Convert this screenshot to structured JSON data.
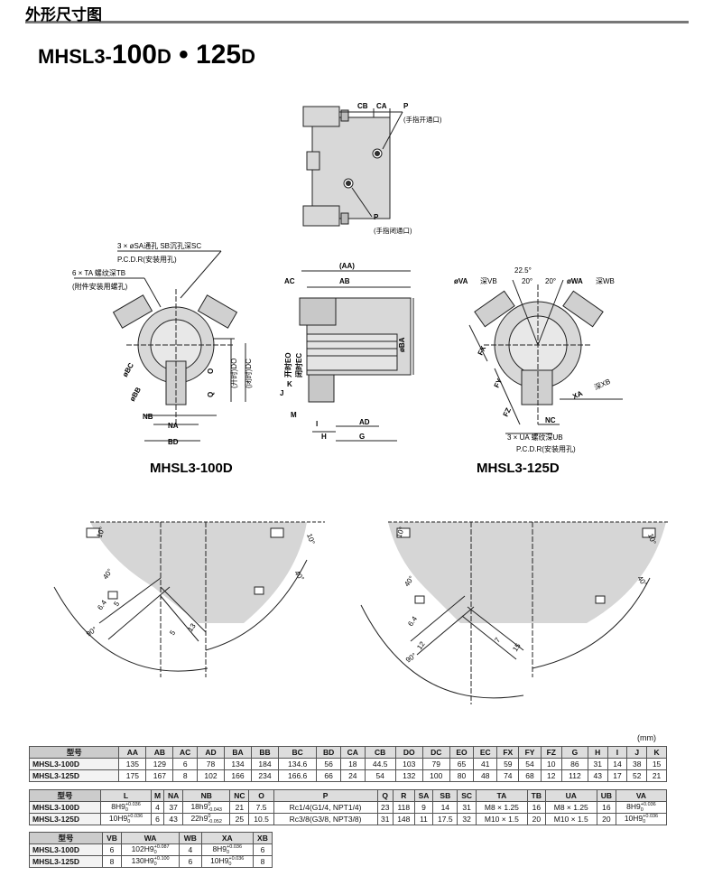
{
  "header": {
    "title": "外形尺寸图"
  },
  "model_title": {
    "prefix": "MHSL3-",
    "size1": "100",
    "d1": "D",
    "sep": " • ",
    "size2": "125",
    "d2": "D"
  },
  "figures": {
    "top_labels": {
      "cb": "CB",
      "ca": "CA",
      "p_top": "P",
      "p_top_note": "(手指开通口)",
      "p_bottom": "P",
      "p_bottom_note": "(手指闭通口)"
    },
    "left": {
      "note1": "3 × øSA通孔  SB沉孔深SC",
      "note2": "P.C.D.R(安装用孔)",
      "note3": "6 × TA  螺纹深TB",
      "note4": "(附件安装用螺孔)",
      "labels": [
        "øBC",
        "øBB",
        "NB",
        "NA",
        "BD",
        "O",
        "Q",
        "(开时)DO",
        "(闭时)DC"
      ],
      "caption": "MHSL3-100D"
    },
    "middle": {
      "labels": [
        "(AA)",
        "AC",
        "AB",
        "开时EO",
        "闭时EC",
        "øBA",
        "J",
        "K",
        "M",
        "I",
        "H",
        "AD",
        "G"
      ]
    },
    "right": {
      "labels": [
        "22.5°",
        "øVA",
        "深VB",
        "20°",
        "20°",
        "øWA",
        "深WB",
        "FX",
        "FY",
        "FZ",
        "XA",
        "深XB",
        "NC"
      ],
      "note1": "3 × UA  螺纹深UB",
      "note2": "P.C.D.R(安装用孔)",
      "caption": "MHSL3-125D"
    },
    "lower_left": {
      "labels": [
        "10°",
        "10°",
        "40°",
        "40°",
        "90°",
        "6.4",
        "5",
        "13",
        "5"
      ]
    },
    "lower_right": {
      "labels": [
        "10°",
        "10°",
        "40°",
        "40°",
        "90°",
        "6.4",
        "12",
        "7",
        "15"
      ]
    }
  },
  "unit": "(mm)",
  "table1": {
    "headers": [
      "型号",
      "AA",
      "AB",
      "AC",
      "AD",
      "BA",
      "BB",
      "BC",
      "BD",
      "CA",
      "CB",
      "DO",
      "DC",
      "EO",
      "EC",
      "FX",
      "FY",
      "FZ",
      "G",
      "H",
      "I",
      "J",
      "K"
    ],
    "rows": [
      [
        "MHSL3-100D",
        "135",
        "129",
        "6",
        "78",
        "134",
        "184",
        "134.6",
        "56",
        "18",
        "44.5",
        "103",
        "79",
        "65",
        "41",
        "59",
        "54",
        "10",
        "86",
        "31",
        "14",
        "38",
        "15"
      ],
      [
        "MHSL3-125D",
        "175",
        "167",
        "8",
        "102",
        "166",
        "234",
        "166.6",
        "66",
        "24",
        "54",
        "132",
        "100",
        "80",
        "48",
        "74",
        "68",
        "12",
        "112",
        "43",
        "17",
        "52",
        "21"
      ]
    ]
  },
  "table2": {
    "headers": [
      "型号",
      "L",
      "M",
      "NA",
      "NB",
      "NC",
      "O",
      "P",
      "Q",
      "R",
      "SA",
      "SB",
      "SC",
      "TA",
      "TB",
      "UA",
      "UB",
      "VA"
    ],
    "rows": [
      [
        "MHSL3-100D",
        "8H9 +0.036 0",
        "4",
        "37",
        "18h9 0 -0.043",
        "21",
        "7.5",
        "Rc1/4(G1/4, NPT1/4)",
        "23",
        "118",
        "9",
        "14",
        "31",
        "M8 × 1.25",
        "16",
        "M8 × 1.25",
        "16",
        "8H9 +0.036 0"
      ],
      [
        "MHSL3-125D",
        "10H9 +0.036 0",
        "6",
        "43",
        "22h9 0 -0.052",
        "25",
        "10.5",
        "Rc3/8(G3/8, NPT3/8)",
        "31",
        "148",
        "11",
        "17.5",
        "32",
        "M10 × 1.5",
        "20",
        "M10 × 1.5",
        "20",
        "10H9 +0.036 0"
      ]
    ]
  },
  "table3": {
    "headers": [
      "型号",
      "VB",
      "WA",
      "WB",
      "XA",
      "XB"
    ],
    "rows": [
      [
        "MHSL3-100D",
        "6",
        "102H9 +0.087 0",
        "4",
        "8H9 +0.036 0",
        "6"
      ],
      [
        "MHSL3-125D",
        "8",
        "130H9 +0.100 0",
        "6",
        "10H9 +0.036 0",
        "8"
      ]
    ]
  }
}
